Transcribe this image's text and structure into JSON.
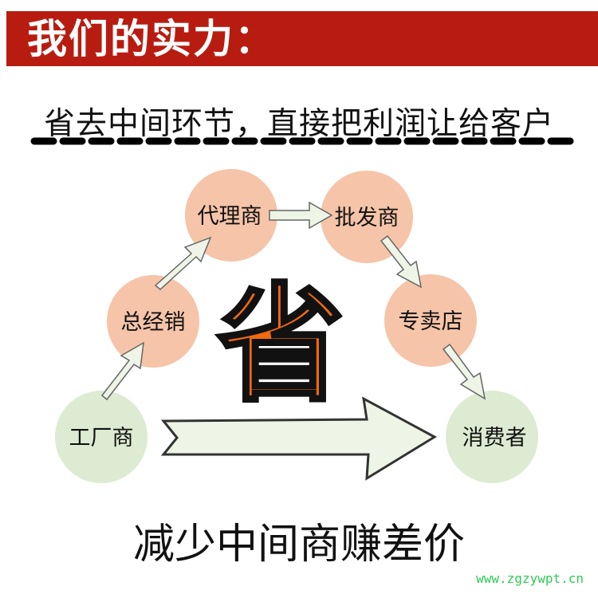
{
  "banner": {
    "title": "我们的实力：",
    "color": "#b81c10"
  },
  "subtitle": "省去中间环节，直接把利润让给客户",
  "diagram": {
    "nodes": [
      {
        "id": "factory",
        "label": "工厂商",
        "type": "endpoint"
      },
      {
        "id": "distributor",
        "label": "总经销",
        "type": "middle"
      },
      {
        "id": "agent",
        "label": "代理商",
        "type": "middle"
      },
      {
        "id": "wholesaler",
        "label": "批发商",
        "type": "middle"
      },
      {
        "id": "store",
        "label": "专卖店",
        "type": "middle"
      },
      {
        "id": "consumer",
        "label": "消费者",
        "type": "endpoint"
      }
    ],
    "center_label": "省",
    "colors": {
      "middle": "#f6c4a8",
      "endpoint": "#dcebd2",
      "center": "#f26a10",
      "arrow": "#eef5e6"
    }
  },
  "bottom_text": "减少中间商赚差价",
  "watermark": "www.zgzywpt.cn"
}
